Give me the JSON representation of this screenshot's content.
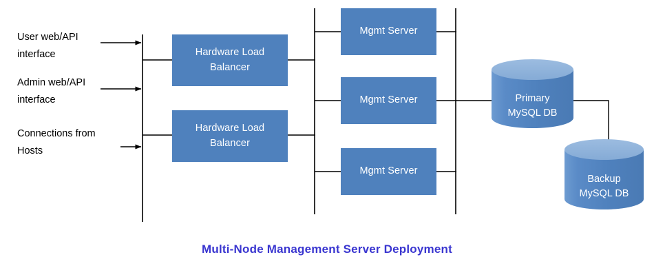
{
  "title": "Multi-Node Management Server Deployment",
  "colors": {
    "node_fill": "#4f81bd",
    "cylinder_body": "#4f81bd",
    "cylinder_top": "#8eb2db",
    "line": "#000000",
    "title_text": "#3a36d0",
    "label_text": "#000000",
    "node_text": "#ffffff"
  },
  "inputs": [
    {
      "line1": "User web/API",
      "line2": "interface"
    },
    {
      "line1": "Admin web/API",
      "line2": "interface"
    },
    {
      "line1": "Connections from",
      "line2": "Hosts"
    }
  ],
  "load_balancers": [
    {
      "line1": "Hardware Load",
      "line2": "Balancer"
    },
    {
      "line1": "Hardware Load",
      "line2": "Balancer"
    }
  ],
  "mgmt_servers": [
    {
      "label": "Mgmt Server"
    },
    {
      "label": "Mgmt Server"
    },
    {
      "label": "Mgmt Server"
    }
  ],
  "databases": [
    {
      "line1": "Primary",
      "line2": "MySQL DB"
    },
    {
      "line1": "Backup",
      "line2": "MySQL DB"
    }
  ]
}
